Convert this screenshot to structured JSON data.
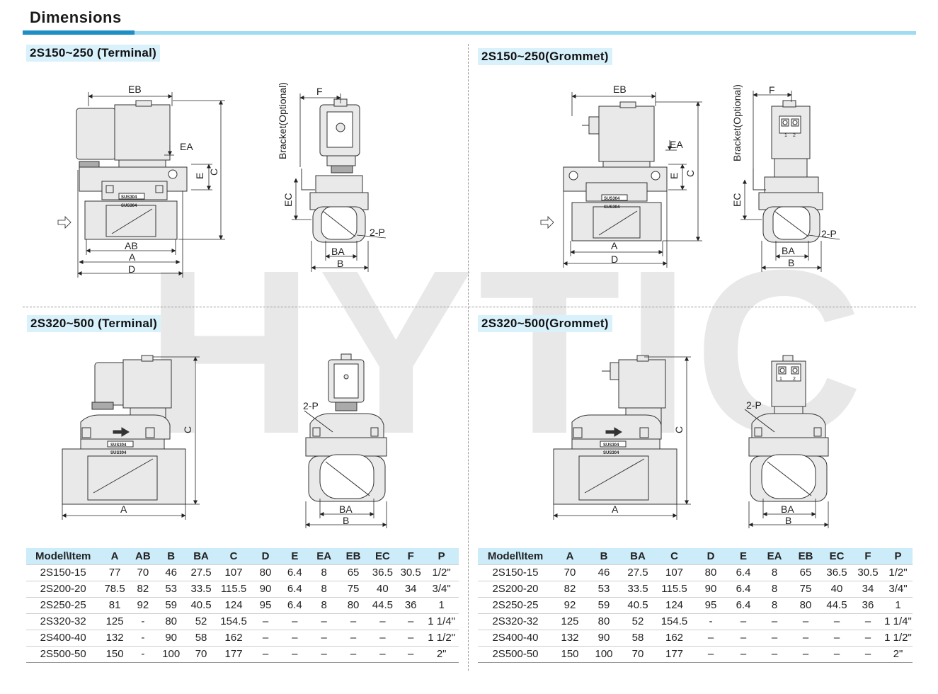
{
  "header": {
    "title": "Dimensions"
  },
  "watermark": "HYTIC",
  "sections": {
    "top_left": "2S150~250 (Terminal)",
    "top_right": "2S150~250(Grommet)",
    "bottom_left": "2S320~500 (Terminal)",
    "bottom_right": "2S320~500(Grommet)"
  },
  "labels": {
    "A": "A",
    "AB": "AB",
    "B": "B",
    "BA": "BA",
    "C": "C",
    "D": "D",
    "E": "E",
    "EA": "EA",
    "EB": "EB",
    "EC": "EC",
    "F": "F",
    "port": "2-P",
    "bracket": "Bracket(Optional)",
    "material": "SUS304",
    "pin1": "1",
    "pin2": "2"
  },
  "tables": {
    "terminal": {
      "headers": [
        "Model\\Item",
        "A",
        "AB",
        "B",
        "BA",
        "C",
        "D",
        "E",
        "EA",
        "EB",
        "EC",
        "F",
        "P"
      ],
      "rows": [
        [
          "2S150-15",
          "77",
          "70",
          "46",
          "27.5",
          "107",
          "80",
          "6.4",
          "8",
          "65",
          "36.5",
          "30.5",
          "1/2\""
        ],
        [
          "2S200-20",
          "78.5",
          "82",
          "53",
          "33.5",
          "115.5",
          "90",
          "6.4",
          "8",
          "75",
          "40",
          "34",
          "3/4\""
        ],
        [
          "2S250-25",
          "81",
          "92",
          "59",
          "40.5",
          "124",
          "95",
          "6.4",
          "8",
          "80",
          "44.5",
          "36",
          "1"
        ],
        [
          "2S320-32",
          "125",
          "-",
          "80",
          "52",
          "154.5",
          "–",
          "–",
          "–",
          "–",
          "–",
          "–",
          "1 1/4\""
        ],
        [
          "2S400-40",
          "132",
          "-",
          "90",
          "58",
          "162",
          "–",
          "–",
          "–",
          "–",
          "–",
          "–",
          "1 1/2\""
        ],
        [
          "2S500-50",
          "150",
          "-",
          "100",
          "70",
          "177",
          "–",
          "–",
          "–",
          "–",
          "–",
          "–",
          "2\""
        ]
      ]
    },
    "grommet": {
      "headers": [
        "Model\\Item",
        "A",
        "B",
        "BA",
        "C",
        "D",
        "E",
        "EA",
        "EB",
        "EC",
        "F",
        "P"
      ],
      "rows": [
        [
          "2S150-15",
          "70",
          "46",
          "27.5",
          "107",
          "80",
          "6.4",
          "8",
          "65",
          "36.5",
          "30.5",
          "1/2\""
        ],
        [
          "2S200-20",
          "82",
          "53",
          "33.5",
          "115.5",
          "90",
          "6.4",
          "8",
          "75",
          "40",
          "34",
          "3/4\""
        ],
        [
          "2S250-25",
          "92",
          "59",
          "40.5",
          "124",
          "95",
          "6.4",
          "8",
          "80",
          "44.5",
          "36",
          "1"
        ],
        [
          "2S320-32",
          "125",
          "80",
          "52",
          "154.5",
          "-",
          "–",
          "–",
          "–",
          "–",
          "–",
          "1 1/4\""
        ],
        [
          "2S400-40",
          "132",
          "90",
          "58",
          "162",
          "–",
          "–",
          "–",
          "–",
          "–",
          "–",
          "1 1/2\""
        ],
        [
          "2S500-50",
          "150",
          "100",
          "70",
          "177",
          "–",
          "–",
          "–",
          "–",
          "–",
          "–",
          "2\""
        ]
      ]
    }
  }
}
